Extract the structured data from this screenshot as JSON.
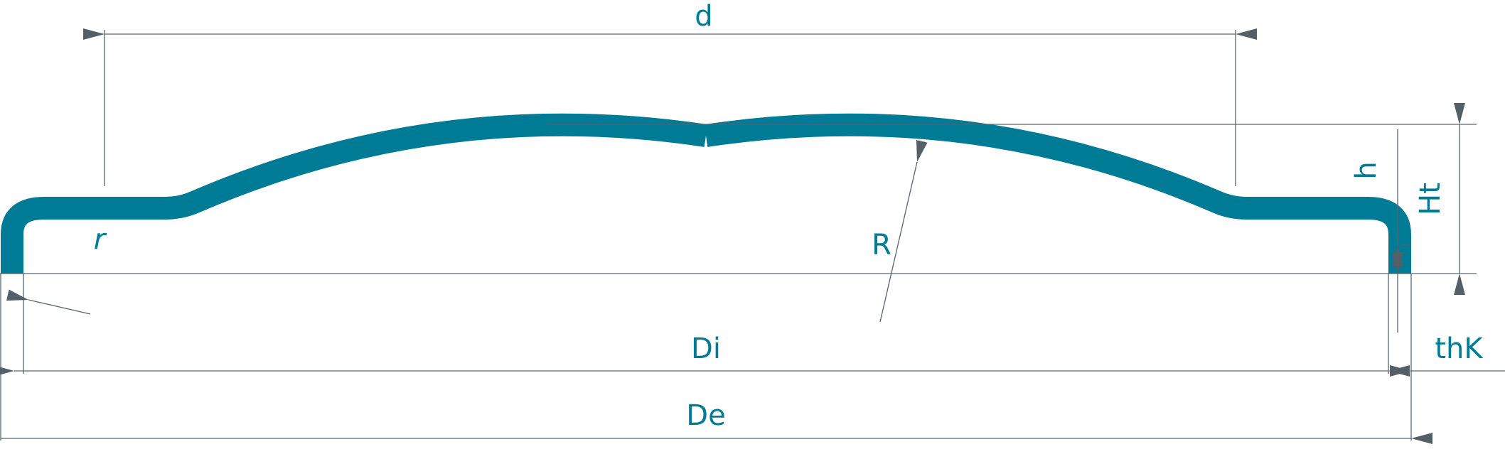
{
  "labels": {
    "d": "d",
    "R": "R",
    "r": "r",
    "h": "h",
    "Ht": "Ht",
    "thK": "thK",
    "Di": "Di",
    "De": "De"
  },
  "colors": {
    "shell": "#007b95",
    "dimension": "#5a636b",
    "label": "#007b95"
  }
}
